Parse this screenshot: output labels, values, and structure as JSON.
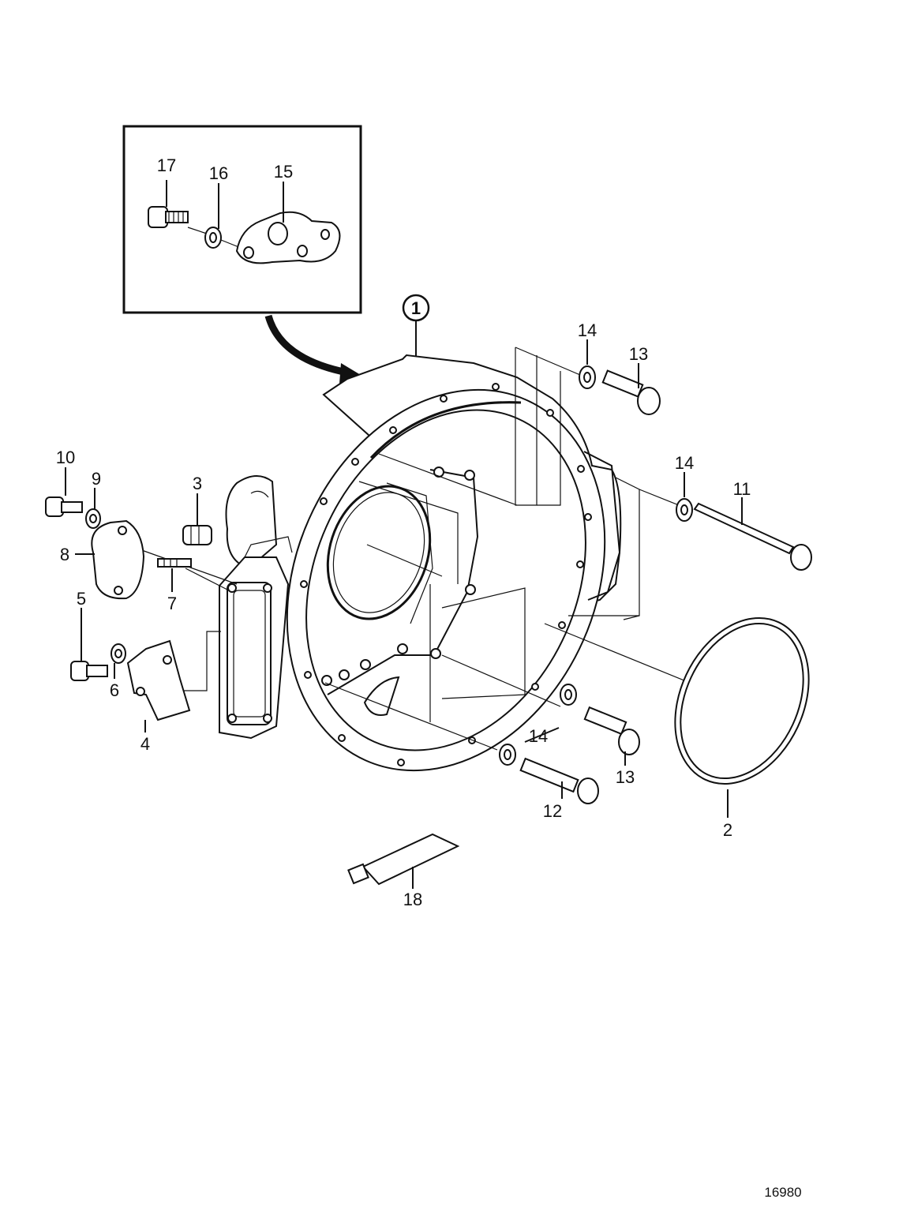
{
  "diagram": {
    "main_part_marker": "1",
    "figure_number": "16980",
    "callouts": {
      "c2": "2",
      "c3": "3",
      "c4": "4",
      "c5": "5",
      "c6": "6",
      "c7": "7",
      "c8": "8",
      "c9": "9",
      "c10": "10",
      "c11": "11",
      "c12": "12",
      "c13a": "13",
      "c13b": "13",
      "c14a": "14",
      "c14b": "14",
      "c14c": "14",
      "c15": "15",
      "c16": "16",
      "c17": "17",
      "c18": "18"
    }
  }
}
